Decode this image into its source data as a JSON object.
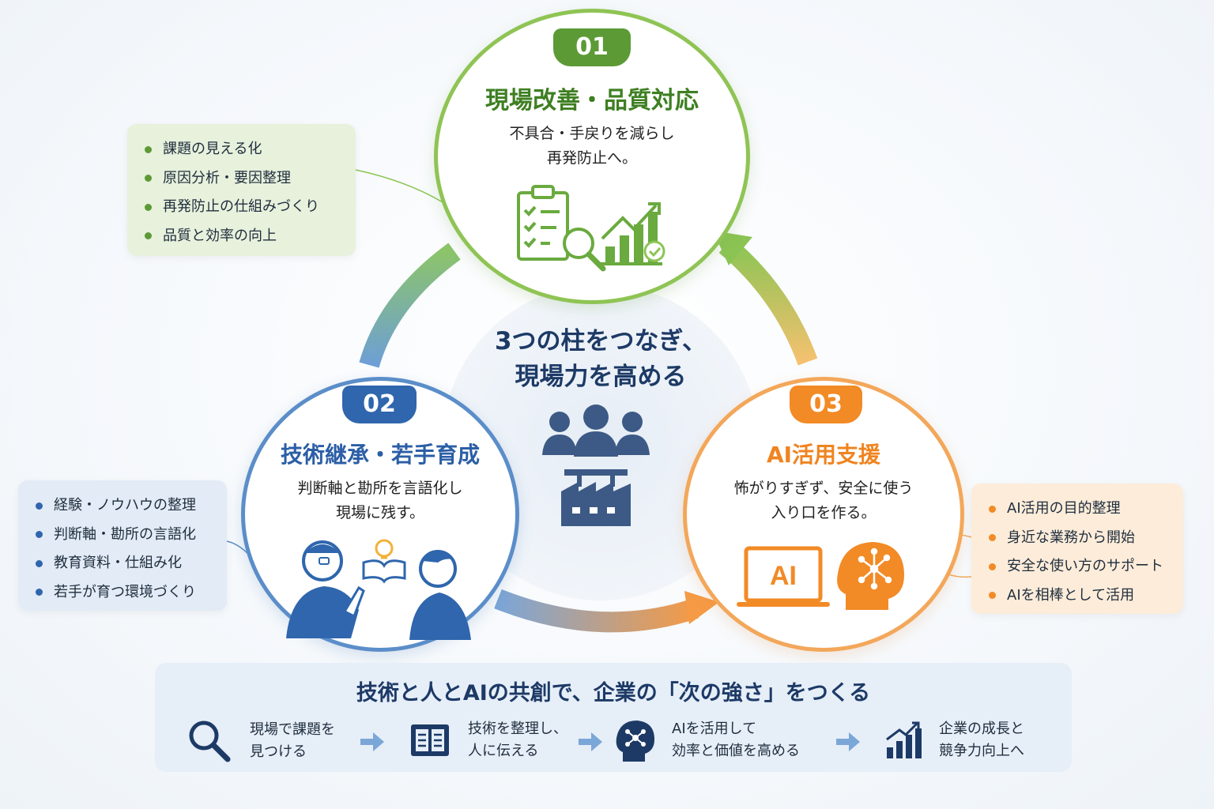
{
  "center": {
    "line1": "3つの柱をつなぎ、",
    "line2": "現場力を高める",
    "icon": "team-factory-icon"
  },
  "pillars": [
    {
      "number": "01",
      "title": "現場改善・品質対応",
      "desc_line1": "不具合・手戻りを減らし",
      "desc_line2": "再発防止へ。",
      "icon": "checklist-chart-icon",
      "color": "#5c9a36",
      "points": [
        "課題の見える化",
        "原因分析・要因整理",
        "再発防止の仕組みづくり",
        "品質と効率の向上"
      ]
    },
    {
      "number": "02",
      "title": "技術継承・若手育成",
      "desc_line1": "判断軸と勘所を言語化し",
      "desc_line2": "現場に残す。",
      "icon": "mentor-teaching-icon",
      "color": "#2f66ad",
      "points": [
        "経験・ノウハウの整理",
        "判断軸・勘所の言語化",
        "教育資料・仕組み化",
        "若手が育つ環境づくり"
      ]
    },
    {
      "number": "03",
      "title": "AI活用支援",
      "desc_line1": "怖がりすぎず、安全に使う",
      "desc_line2": "入り口を作る。",
      "icon": "ai-laptop-brain-icon",
      "ai_label": "AI",
      "color": "#f28a26",
      "points": [
        "AI活用の目的整理",
        "身近な業務から開始",
        "安全な使い方のサポート",
        "AIを相棒として活用"
      ]
    }
  ],
  "bottom": {
    "title": "技術と人とAIの共創で、企業の「次の強さ」をつくる",
    "steps": [
      {
        "icon": "magnifier-icon",
        "line1": "現場で課題を",
        "line2": "見つける"
      },
      {
        "icon": "book-icon",
        "line1": "技術を整理し、",
        "line2": "人に伝える"
      },
      {
        "icon": "ai-head-icon",
        "line1": "AIを活用して",
        "line2": "効率と価値を高める"
      },
      {
        "icon": "growth-chart-icon",
        "line1": "企業の成長と",
        "line2": "競争力向上へ"
      }
    ]
  }
}
